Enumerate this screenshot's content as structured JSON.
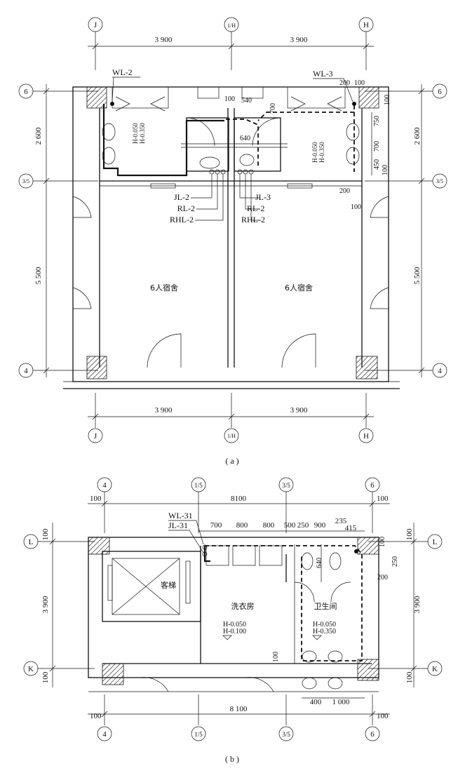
{
  "plan_a": {
    "caption": "( a )",
    "axes_top": [
      "J",
      "1/H",
      "H"
    ],
    "axes_bottom": [
      "J",
      "1/H",
      "H"
    ],
    "axes_left": [
      "6",
      "3/5",
      "4"
    ],
    "axes_right": [
      "6",
      "3/5",
      "4"
    ],
    "dims_top": [
      "3 900",
      "3 900"
    ],
    "dims_bottom": [
      "3 900",
      "3 900"
    ],
    "dims_left": [
      "2 600",
      "5 500"
    ],
    "dims_right": [
      "2 600",
      "5 500"
    ],
    "room_left": "6人宿舍",
    "room_right": "6人宿舍",
    "elev_left": [
      "H-0.050",
      "H-0.350"
    ],
    "elev_right": [
      "H-0.050",
      "H-0.350"
    ],
    "pipe_wl2": "WL-2",
    "pipe_wl3": "WL-3",
    "pipes_left": [
      "JL-2",
      "RL-2",
      "RHL-2"
    ],
    "pipes_right": [
      "JL-3",
      "RL-2",
      "RHL-2"
    ],
    "small_dims": {
      "d100a": "100",
      "d540": "540",
      "d700": "700",
      "d640": "640",
      "d200a": "200",
      "d100b": "100",
      "d100c": "100",
      "d750": "750",
      "d700b": "700",
      "d450": "450",
      "d100d": "100",
      "d200b": "200",
      "d100e": "100"
    }
  },
  "plan_b": {
    "caption": "( b )",
    "axes_top": [
      "4",
      "1/5",
      "3/5",
      "6"
    ],
    "axes_bottom": [
      "4",
      "1/5",
      "3/5",
      "6"
    ],
    "axes_left": [
      "L",
      "K"
    ],
    "axes_right": [
      "L",
      "K"
    ],
    "dim_top_total": "8100",
    "dim_bottom_total": "8 100",
    "dims_top_small": [
      "100",
      "100"
    ],
    "dims_bottom_small": [
      "100",
      "100"
    ],
    "dims_top_segments": [
      "700",
      "800",
      "800",
      "500",
      "250",
      "900",
      "235",
      "415"
    ],
    "dims_left": [
      "100",
      "3 900",
      "100"
    ],
    "dims_right": [
      "100",
      "3 900",
      "100"
    ],
    "room_elevator": "客梯",
    "room_laundry": "洗衣房",
    "room_toilet": "卫生间",
    "elev_laundry": [
      "H-0.050",
      "H-0.100"
    ],
    "elev_toilet": [
      "H-0.050",
      "H-0.350"
    ],
    "pipe_wl31": "WL-31",
    "pipe_jl31": "JL-31",
    "small_dims": {
      "d640": "640",
      "d100r": "100",
      "d250": "250",
      "d200": "200",
      "d100l": "100",
      "d400": "400",
      "d1000": "1 000"
    }
  }
}
